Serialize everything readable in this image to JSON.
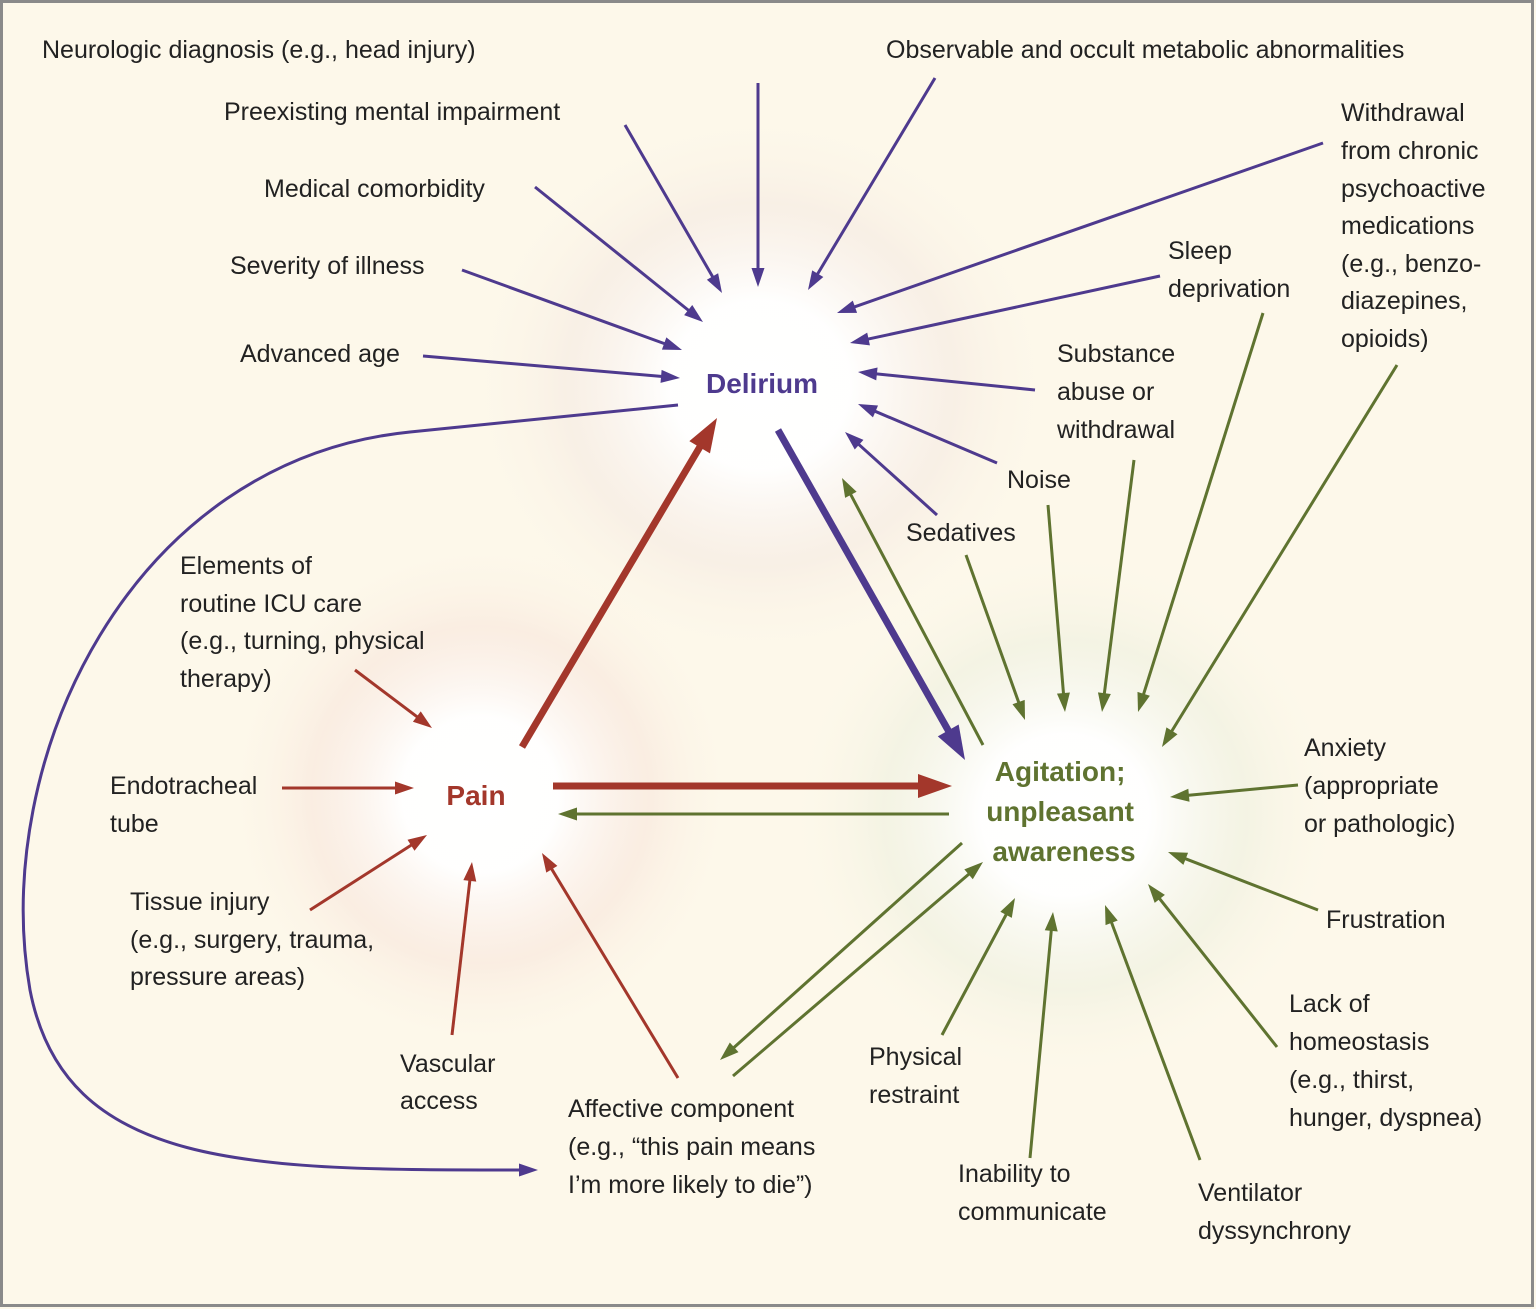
{
  "colors": {
    "background": "#fdf8ea",
    "border": "#8a8a8a",
    "delirium": "#4e3a8e",
    "pain": "#a3372b",
    "agitation": "#5f7330",
    "text": "#222222"
  },
  "hubs": {
    "delirium": "Delirium",
    "pain": "Pain",
    "agitation": [
      "Agitation;",
      "unpleasant",
      "awareness"
    ]
  },
  "delirium_causes": {
    "neurologic": "Neurologic diagnosis (e.g., head injury)",
    "mental": "Preexisting mental impairment",
    "comorbidity": "Medical comorbidity",
    "severity": "Severity of illness",
    "age": "Advanced age",
    "metabolic": "Observable and occult metabolic abnormalities",
    "withdrawal": [
      "Withdrawal",
      "from chronic",
      "psychoactive",
      "medications",
      "(e.g., benzo-",
      "diazepines,",
      "opioids)"
    ],
    "sleep": [
      "Sleep",
      "deprivation"
    ],
    "substance": [
      "Substance",
      "abuse or",
      "withdrawal"
    ],
    "noise": "Noise",
    "sedatives": "Sedatives"
  },
  "pain_causes": {
    "routine": [
      "Elements of",
      "routine ICU care",
      "(e.g., turning, physical",
      "therapy)"
    ],
    "endotracheal": [
      "Endotracheal",
      "tube"
    ],
    "tissue": [
      "Tissue injury",
      "(e.g., surgery, trauma,",
      "pressure areas)"
    ],
    "vascular": [
      "Vascular",
      "access"
    ],
    "affective": [
      "Affective component",
      "(e.g., “this pain means",
      "I’m more likely to die”)"
    ]
  },
  "agitation_causes": {
    "anxiety": [
      "Anxiety",
      "(appropriate",
      "or pathologic)"
    ],
    "frustration": "Frustration",
    "homeostasis": [
      "Lack of",
      "homeostasis",
      "(e.g., thirst,",
      "hunger, dyspnea)"
    ],
    "ventilator": [
      "Ventilator",
      "dyssynchrony"
    ],
    "communicate": [
      "Inability to",
      "communicate"
    ],
    "restraint": [
      "Physical",
      "restraint"
    ]
  }
}
